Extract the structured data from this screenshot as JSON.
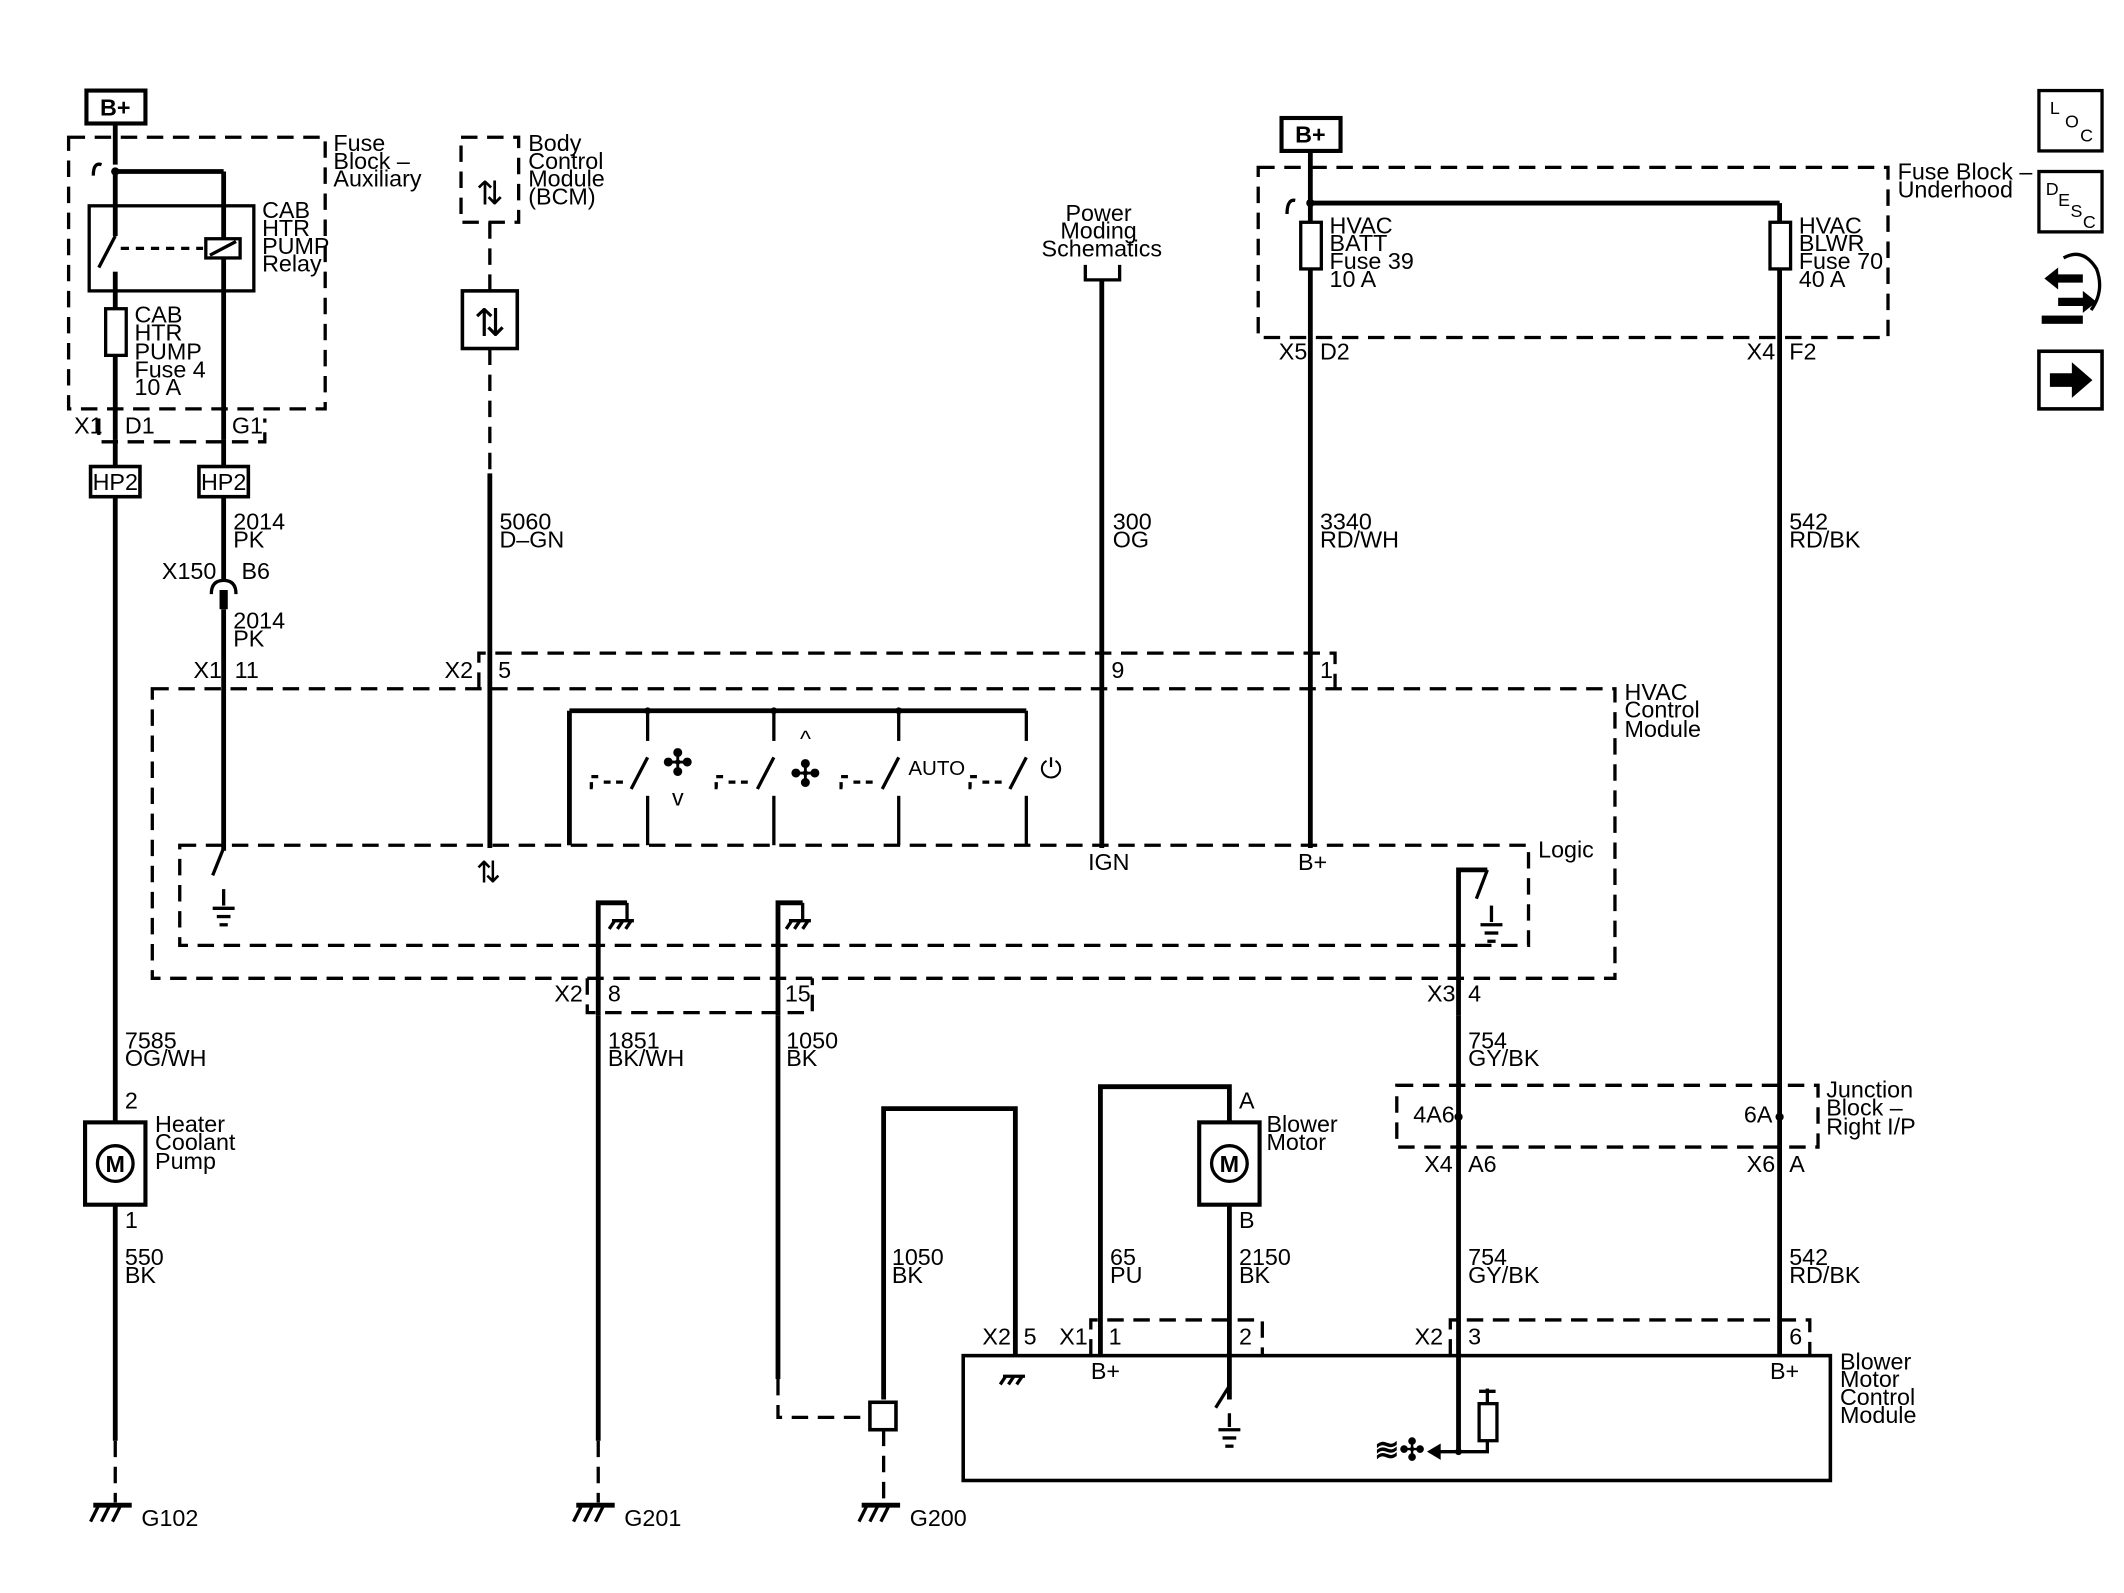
{
  "power": {
    "bplus": "B+"
  },
  "fuse_block_aux": {
    "name": [
      "Fuse",
      "Block –",
      "Auxiliary"
    ],
    "relay": [
      "CAB",
      "HTR",
      "PUMP",
      "Relay"
    ],
    "fuse": [
      "CAB",
      "HTR",
      "PUMP",
      "Fuse 4",
      "10 A"
    ],
    "conn": "X1",
    "pin_d1": "D1",
    "pin_g1": "G1"
  },
  "bcm": {
    "name": [
      "Body",
      "Control",
      "Module",
      "(BCM)"
    ]
  },
  "power_moding": {
    "name": [
      "Power",
      "Moding",
      "Schematics"
    ]
  },
  "fuse_block_uh": {
    "name": [
      "Fuse Block –",
      "Underhood"
    ],
    "fuse39": [
      "HVAC",
      "BATT",
      "Fuse 39",
      "10 A"
    ],
    "fuse70": [
      "HVAC",
      "BLWR",
      "Fuse 70",
      "40 A"
    ],
    "x5": "X5",
    "d2": "D2",
    "x4": "X4",
    "f2": "F2"
  },
  "connectors": {
    "hp2": "HP2",
    "x150": "X150",
    "b6": "B6"
  },
  "wires": {
    "w2014a": [
      "2014",
      "PK"
    ],
    "w2014b": [
      "2014",
      "PK"
    ],
    "w5060": [
      "5060",
      "D–GN"
    ],
    "w300": [
      "300",
      "OG"
    ],
    "w3340": [
      "3340",
      "RD/WH"
    ],
    "w542a": [
      "542",
      "RD/BK"
    ],
    "w7585": [
      "7585",
      "OG/WH"
    ],
    "w1851": [
      "1851",
      "BK/WH"
    ],
    "w1050a": [
      "1050",
      "BK"
    ],
    "w754a": [
      "754",
      "GY/BK"
    ],
    "w550": [
      "550",
      "BK"
    ],
    "w1050b": [
      "1050",
      "BK"
    ],
    "w65": [
      "65",
      "PU"
    ],
    "w2150": [
      "2150",
      "BK"
    ],
    "w754b": [
      "754",
      "GY/BK"
    ],
    "w542b": [
      "542",
      "RD/BK"
    ]
  },
  "hvac_module": {
    "name": [
      "HVAC",
      "Control",
      "Module"
    ],
    "logic": "Logic",
    "x1": "X1",
    "p11": "11",
    "x2": "X2",
    "p5": "5",
    "p9": "9",
    "p1": "1",
    "ign": "IGN",
    "bplus": "B+",
    "auto": "AUTO",
    "x2b": "X2",
    "p8": "8",
    "p15": "15",
    "x3": "X3",
    "p4": "4"
  },
  "heater_pump": {
    "name": [
      "Heater",
      "Coolant",
      "Pump"
    ],
    "m": "M",
    "p2": "2",
    "p1": "1"
  },
  "junction_block": {
    "name": [
      "Junction",
      "Block –",
      "Right I/P"
    ],
    "p4a6": "4A6",
    "p6a": "6A",
    "x4": "X4",
    "a6": "A6",
    "x6": "X6",
    "a": "A"
  },
  "blower_motor": {
    "name": [
      "Blower",
      "Motor"
    ],
    "m": "M",
    "pa": "A",
    "pb": "B"
  },
  "blower_module": {
    "name": [
      "Blower",
      "Motor",
      "Control",
      "Module"
    ],
    "x2": "X2",
    "p5": "5",
    "x1": "X1",
    "p1": "1",
    "p2": "2",
    "x2b": "X2",
    "p3": "3",
    "p6": "6",
    "bplus1": "B+",
    "bplus2": "B+"
  },
  "grounds": {
    "g102": "G102",
    "g201": "G201",
    "g200": "G200"
  },
  "side_icons": [
    "loc-icon",
    "desc-icon",
    "connector-view-icon",
    "next-page-icon"
  ],
  "side_text": {
    "loc": [
      "L",
      "O",
      "C"
    ],
    "desc": [
      "D",
      "E",
      "S",
      "C"
    ]
  }
}
